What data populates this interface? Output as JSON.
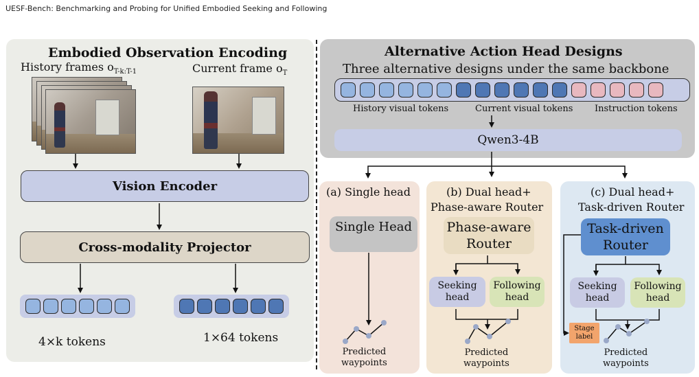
{
  "header": "UESF-Bench: Benchmarking and Probing for Unified Embodied Seeking and Following",
  "left": {
    "title": "Embodied Observation  Encoding",
    "history_label": "History frames o",
    "history_sub": "T-k:T-1",
    "current_label": "Current frame o",
    "current_sub": "T",
    "vision_encoder": "Vision Encoder",
    "projector": "Cross-modality Projector",
    "hist_tokens_label": "4×k tokens",
    "cur_tokens_label": "1×64 tokens"
  },
  "right": {
    "title": "Alternative Action Head Designs",
    "subtitle": "Three alternative designs under the same backbone",
    "token_labels": [
      "History visual tokens",
      "Current visual tokens",
      "Instruction tokens"
    ],
    "backbone": "Qwen3-4B",
    "a": {
      "title": "(a) Single head",
      "head": "Single Head",
      "output": [
        "Predicted",
        "waypoints"
      ]
    },
    "b": {
      "title_1": "(b) Dual head+",
      "title_2": "Phase-aware Router",
      "router_1": "Phase-aware",
      "router_2": "Router",
      "seek_1": "Seeking",
      "seek_2": "head",
      "follow_1": "Following",
      "follow_2": "head",
      "output": [
        "Predicted",
        "waypoints"
      ]
    },
    "c": {
      "title_1": "(c) Dual head+",
      "title_2": "Task-driven Router",
      "router_1": "Task-driven",
      "router_2": "Router",
      "seek_1": "Seeking",
      "seek_2": "head",
      "follow_1": "Following",
      "follow_2": "head",
      "stage_1": "Stage",
      "stage_2": "label",
      "output": [
        "Predicted",
        "waypoints"
      ]
    }
  },
  "colors": {
    "left_panel": "#ecede8",
    "top_panel": "#c8c8c8",
    "vision_encoder": "#c7cde6",
    "projector": "#ddd6c8",
    "panel_a": "#f3e3da",
    "panel_b": "#f3e6d3",
    "panel_c": "#dde8f2",
    "seeking": "#c8cbe4",
    "following": "#d8e4b7",
    "stage": "#f2a46c",
    "task_router": "#5f8fcf"
  }
}
